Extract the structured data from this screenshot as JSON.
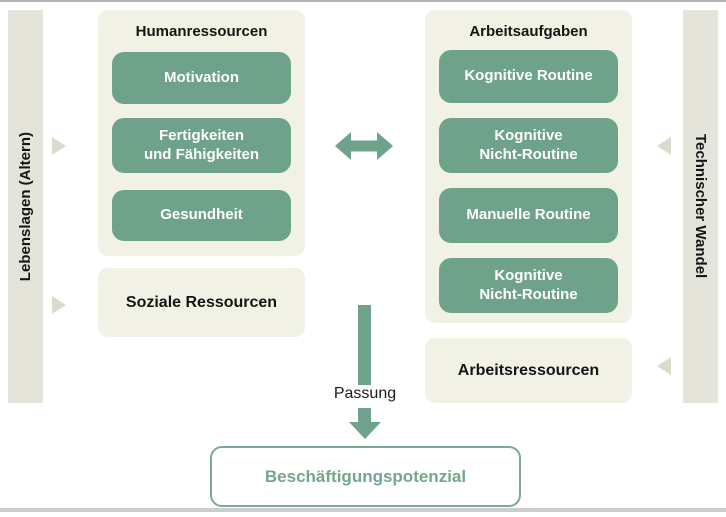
{
  "diagram": {
    "left_bar": "Lebenslagen (Altern)",
    "right_bar": "Technischer Wandel",
    "human": {
      "title": "Humanressourcen",
      "items": [
        "Motivation",
        "Fertigkeiten\nund Fähigkeiten",
        "Gesundheit"
      ]
    },
    "social": "Soziale Ressourcen",
    "tasks": {
      "title": "Arbeitsaufgaben",
      "items": [
        "Kognitive Routine",
        "Kognitive\nNicht-Routine",
        "Manuelle Routine",
        "Kognitive\nNicht-Routine"
      ]
    },
    "work_resources": "Arbeitsressourcen",
    "fit_label": "Passung",
    "outcome": "Beschäftigungspotenzial"
  },
  "colors": {
    "box_green": "#6fa28a",
    "panel_beige": "#f2f1e5",
    "side_bar": "#e4e4da",
    "triangle_gray": "#dbdbcd",
    "outcome_green": "#74a68b",
    "text_dark": "#151515",
    "top_rule": "#b3b3b3",
    "bottom_rule": "#cbcecd"
  }
}
